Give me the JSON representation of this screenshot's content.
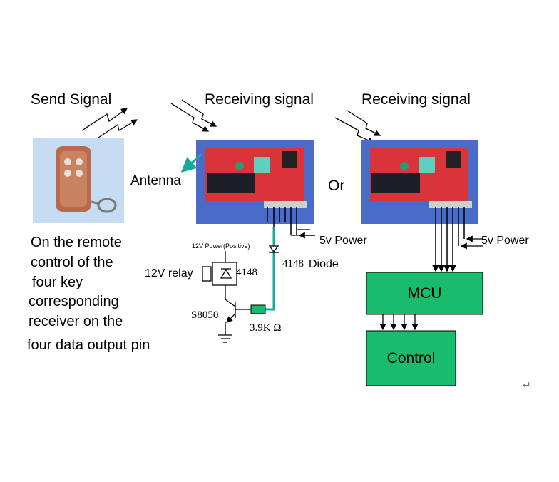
{
  "labels": {
    "send_signal": "Send Signal",
    "receiving_signal_1": "Receiving signal",
    "receiving_signal_2": "Receiving signal",
    "antenna": "Antenna",
    "or": "Or",
    "power_5v_1": "5v Power",
    "power_5v_2": "5v Power",
    "power_12v": "12V Power(Positive)",
    "relay_12v": "12V relay",
    "diode_4148_relay": "4148",
    "diode_4148": "4148",
    "diode_word": "Diode",
    "transistor": "S8050",
    "resistor": "3.9K Ω",
    "mcu": "MCU",
    "control": "Control"
  },
  "description": {
    "line1": "On the remote",
    "line2": "control of the",
    "line3": "four key",
    "line4": "corresponding",
    "line5": "receiver on the",
    "line6": "four data output pin"
  },
  "colors": {
    "block_fill": "#19bb6c",
    "wire_teal": "#1aa898",
    "board_blue": "#4a6cc8",
    "pcb_red": "#d8343a",
    "remote_brown": "#b86a4a"
  },
  "icons": {
    "return_mark": "↵"
  }
}
